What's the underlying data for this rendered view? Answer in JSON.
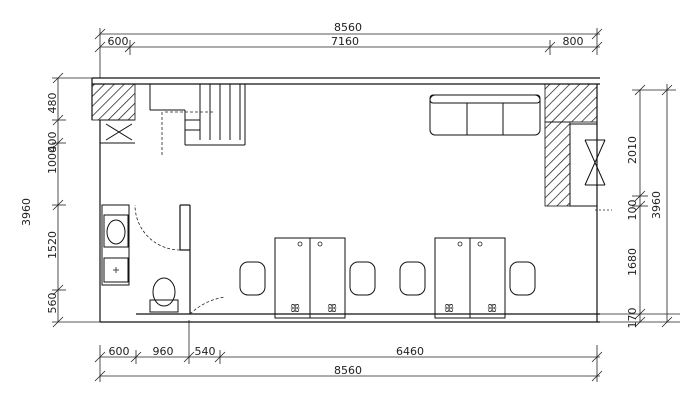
{
  "dimensions": {
    "top_total": "8560",
    "top_parts": [
      "600",
      "7160",
      "800"
    ],
    "bottom_total": "8560",
    "bottom_parts": [
      "600",
      "960",
      "540",
      "6460"
    ],
    "left_total": "3960",
    "left_parts": [
      "560",
      "1520",
      "1000",
      "400",
      "480"
    ],
    "right_total": "3960",
    "right_parts": [
      "170",
      "1680",
      "100",
      "2010"
    ]
  }
}
